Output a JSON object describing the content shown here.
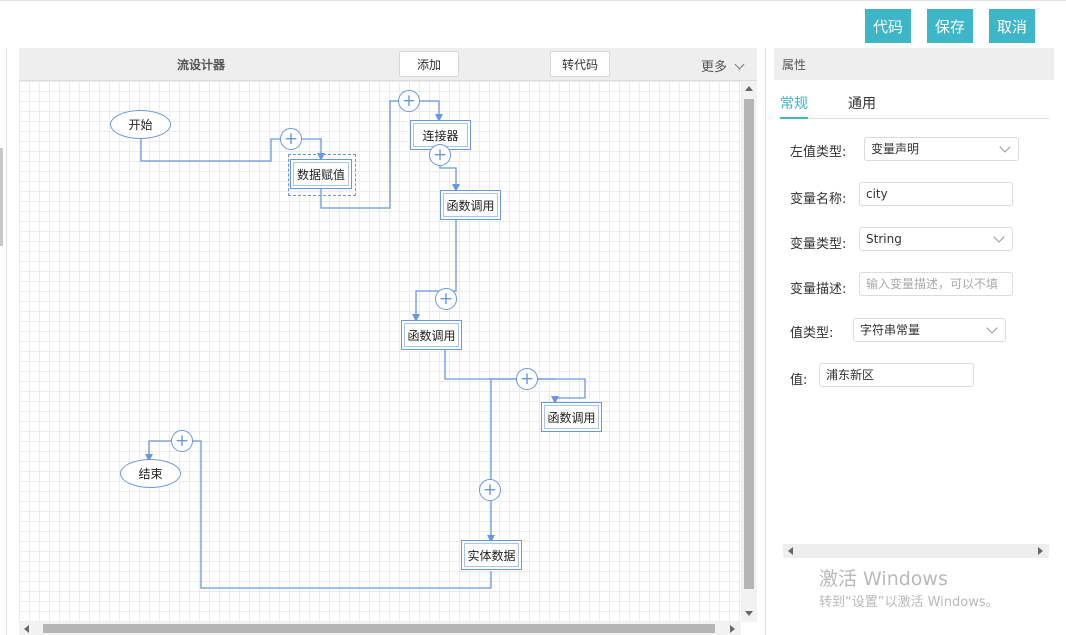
{
  "toolbar": {
    "code": "代码",
    "save": "保存",
    "cancel": "取消",
    "accent_color": "#3db6c8"
  },
  "designer": {
    "title": "流设计器",
    "add": "添加",
    "to_code": "转代码",
    "more": "更多"
  },
  "flow": {
    "nodes": {
      "start": "开始",
      "assign": "数据赋值",
      "connector": "连接器",
      "call1": "函数调用",
      "call2": "函数调用",
      "call3": "函数调用",
      "end": "结束",
      "entity": "实体数据"
    },
    "edge_color": "#6a98e0"
  },
  "properties": {
    "title": "属性",
    "tabs": [
      "常规",
      "通用"
    ],
    "active_tab": "常规",
    "left_type_label": "左值类型:",
    "left_type_value": "变量声明",
    "var_name_label": "变量名称:",
    "var_name_value": "city",
    "var_type_label": "变量类型:",
    "var_type_value": "String",
    "var_desc_label": "变量描述:",
    "var_desc_placeholder": "输入变量描述，可以不填",
    "value_type_label": "值类型:",
    "value_type_value": "字符串常量",
    "value_label": "值:",
    "value_value": "浦东新区"
  },
  "watermark": {
    "line1": "激活 Windows",
    "line2": "转到“设置”以激活 Windows。"
  }
}
